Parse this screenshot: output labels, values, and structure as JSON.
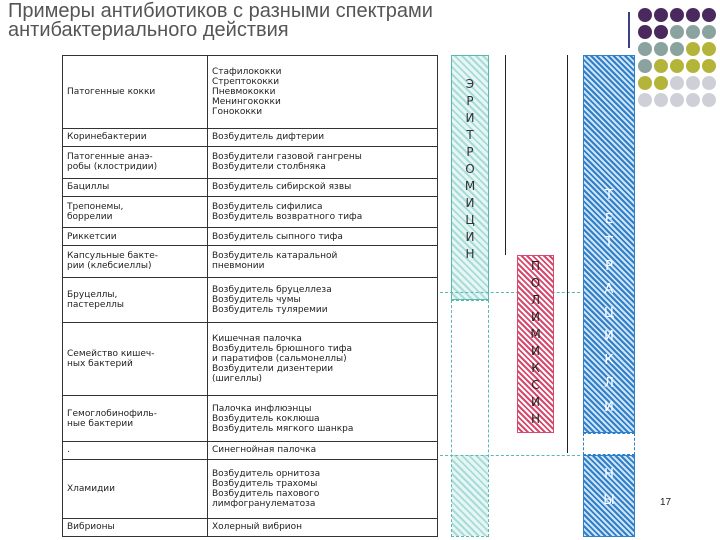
{
  "title": {
    "line1": "Примеры антибиотиков с разными спектрами",
    "line2": "антибактериального действия"
  },
  "table": {
    "rows": [
      {
        "group": [
          "Патогенные кокки"
        ],
        "agents": [
          "Стафилококки",
          "Стрептококки",
          "Пневмококки",
          "Менингококки",
          "Гонококки"
        ]
      },
      {
        "group": [
          "Коринебактерии"
        ],
        "agents": [
          "Возбудитель дифтерии"
        ]
      },
      {
        "group": [
          "Патогенные анаэ-",
          "робы (клостридии)"
        ],
        "agents": [
          "Возбудители газовой гангрены",
          "Возбудители столбняка"
        ]
      },
      {
        "group": [
          "Бациллы"
        ],
        "agents": [
          "Возбудитель сибирской язвы"
        ]
      },
      {
        "group": [
          "Трепонемы,",
          "боррелии"
        ],
        "agents": [
          "Возбудитель сифилиса",
          "Возбудитель возвратного тифа"
        ]
      },
      {
        "group": [
          "Риккетсии"
        ],
        "agents": [
          "Возбудитель сыпного тифа"
        ]
      },
      {
        "group": [
          "Капсульные бакте-",
          "рии (клебсиеллы)"
        ],
        "agents": [
          "Возбудитель катаральной",
          "пневмонии"
        ]
      },
      {
        "group": [
          "Бруцеллы,",
          "пастереллы"
        ],
        "agents": [
          "Возбудитель бруцеллеза",
          "Возбудитель чумы",
          "Возбудитель туляремии"
        ]
      },
      {
        "group": [
          "Семейство кишеч-",
          "ных бактерий"
        ],
        "agents": [
          "Кишечная палочка",
          "Возбудитель брюшного тифа",
          "и паратифов (сальмонеллы)",
          "Возбудители дизентерии",
          "(шигеллы)"
        ]
      },
      {
        "group": [
          "Гемоглобинофиль-",
          "ные бактерии"
        ],
        "agents": [
          "Палочка инфлюэнцы",
          "Возбудитель коклюша",
          "Возбудитель мягкого шанкра"
        ]
      },
      {
        "group": [
          "."
        ],
        "agents": [
          "Синегнойная палочка"
        ]
      },
      {
        "group": [
          "Хламидии"
        ],
        "agents": [
          "Возбудитель орнитоза",
          "Возбудитель трахомы",
          "Возбудитель пахового",
          "лимфогранулематоза"
        ]
      },
      {
        "group": [
          "Вибрионы"
        ],
        "agents": [
          "Холерный вибрион"
        ]
      }
    ]
  },
  "antibiotics": {
    "erythromycin": {
      "letters": [
        "Э",
        "Р",
        "И",
        "Т",
        "Р",
        "О",
        "М",
        "И",
        "Ц",
        "И",
        "Н"
      ],
      "color": "#5ab8b0"
    },
    "polymyxin": {
      "letters": [
        "П",
        "О",
        "Л",
        "И",
        "М",
        "И",
        "К",
        "С",
        "И",
        "Н"
      ],
      "color": "#d8496e"
    },
    "tetracyclines": {
      "letters": [
        "Т",
        "Е",
        "Т",
        "Р",
        "А",
        "Ц",
        "И",
        "К",
        "Л",
        "И"
      ],
      "letters_tail": [
        "Н",
        "Ы"
      ],
      "color": "#2f7fc9"
    }
  },
  "page_number": "17",
  "colors": {
    "purple": "#4a2a5e",
    "teal_gray": "#8aa39e",
    "olive": "#b4b43a",
    "light_gray": "#cfcfd8"
  }
}
